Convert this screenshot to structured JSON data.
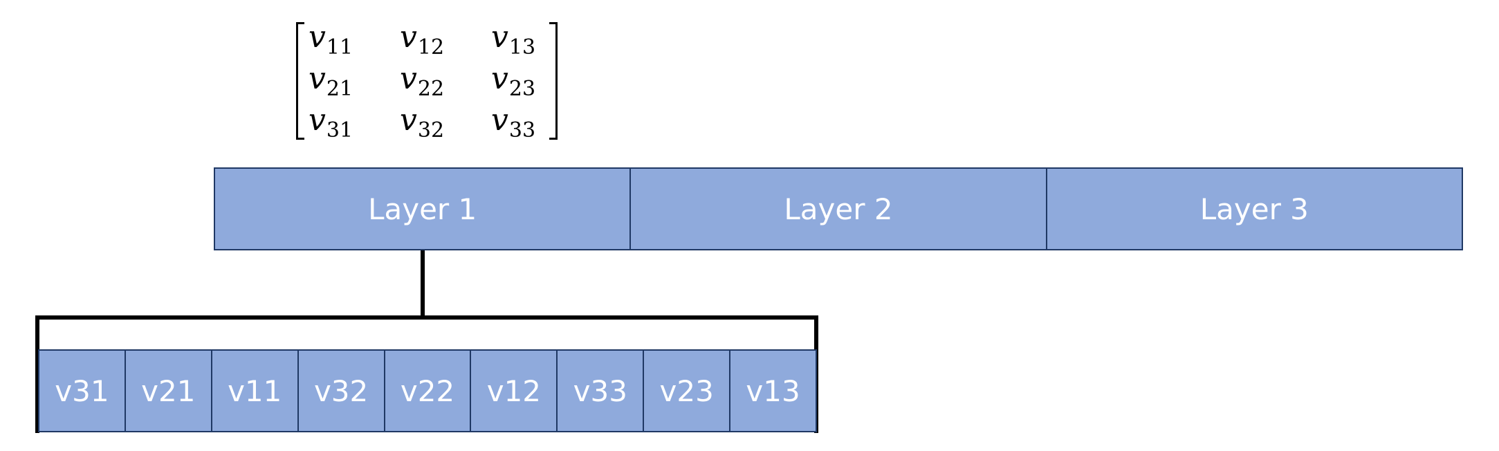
{
  "matrix": {
    "symbol": "v",
    "rows": [
      [
        "11",
        "12",
        "13"
      ],
      [
        "21",
        "22",
        "23"
      ],
      [
        "31",
        "32",
        "33"
      ]
    ]
  },
  "layers": [
    "Layer 1",
    "Layer 2",
    "Layer 3"
  ],
  "flattened": [
    "v31",
    "v21",
    "v11",
    "v32",
    "v22",
    "v12",
    "v33",
    "v23",
    "v13"
  ],
  "colors": {
    "box_fill": "#8faadc",
    "box_border": "#1f3864",
    "box_text": "#ffffff",
    "line": "#000000"
  }
}
